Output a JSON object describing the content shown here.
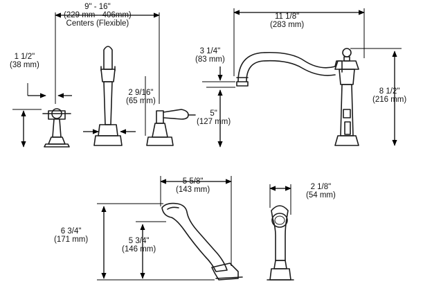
{
  "dimensions": {
    "centers": {
      "line1": "9\" - 16\"",
      "line2": "(229 mm - 406mm)",
      "line3": "Centers (Flexible)"
    },
    "handle_width": {
      "line1": "1 1/2\"",
      "line2": "(38 mm)"
    },
    "lever_reach": {
      "line1": "2 9/16\"",
      "line2": "(65 mm)"
    },
    "spout_height_low": {
      "line1": "3 1/4\"",
      "line2": "(83 mm)"
    },
    "spout_reach": {
      "line1": "11 1/8\"",
      "line2": "(283 mm)"
    },
    "spout_outlet_height": {
      "line1": "5\"",
      "line2": "(127 mm)"
    },
    "spout_total_height": {
      "line1": "8 1/2\"",
      "line2": "(216 mm)"
    },
    "hand_shower_length": {
      "line1": "5 5/8\"",
      "line2": "(143 mm)"
    },
    "hand_shower_height": {
      "line1": "6 3/4\"",
      "line2": "(171 mm)"
    },
    "hand_shower_holder_height": {
      "line1": "5 3/4\"",
      "line2": "(146 mm)"
    },
    "hand_shower_width": {
      "line1": "2 1/8\"",
      "line2": "(54 mm)"
    }
  }
}
